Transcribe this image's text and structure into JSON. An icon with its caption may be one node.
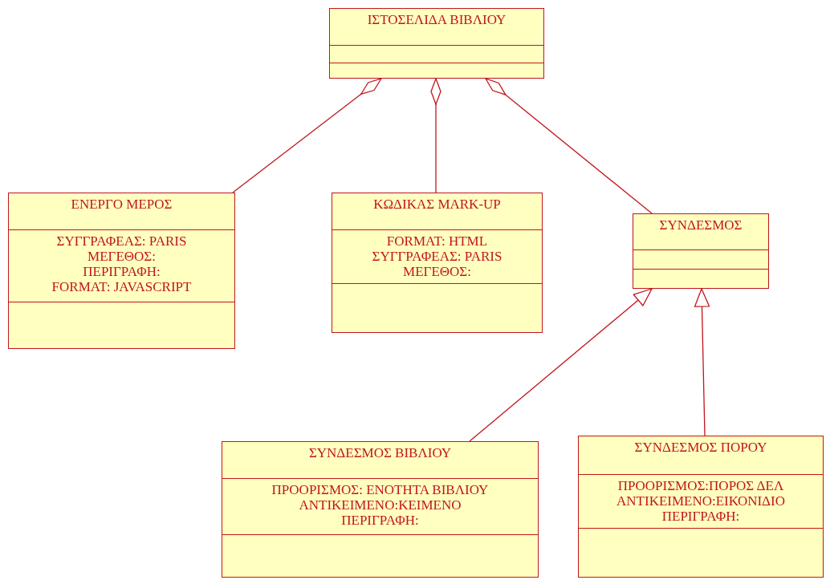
{
  "diagram": {
    "nodes": [
      {
        "text": [
          "ΙΣΤΟΣΕΛΙΔΑ ΒΙΒΛΙΟΥ"
        ]
      },
      {
        "text": [
          "ΕΝΕΡΓΟ ΜΕΡΟΣ",
          "ΣΥΓΓΡΑΦΕΑΣ: PARIS",
          "ΜΕΓΕΘΟΣ:",
          "ΠΕΡΙΓΡΑΦΗ:",
          "FORMAT: JAVASCRIPT"
        ]
      },
      {
        "text": [
          "ΚΩΔΙΚΑΣ MARK-UP",
          "FORMAT: HTML",
          "ΣΥΓΓΡΑΦΕΑΣ: PARIS",
          "ΜΕΓΕΘΟΣ:"
        ]
      },
      {
        "text": [
          "ΣΥΝΔΕΣΜΟΣ"
        ]
      },
      {
        "text": [
          "ΣΥΝΔΕΣΜΟΣ ΒΙΒΛΙΟΥ",
          "ΠΡΟΟΡΙΣΜΟΣ: ΕΝΟΤΗΤΑ ΒΙΒΛΙΟΥ",
          "ΑΝΤΙΚΕΙΜΕΝΟ:ΚΕΙΜΕΝΟ",
          "ΠΕΡΙΓΡΑΦΗ:"
        ]
      },
      {
        "text": [
          "ΣΥΝΔΕΣΜΟΣ ΠΟΡΟΥ",
          "ΠΡΟΟΡΙΣΜΟΣ:ΠΟΡΟΣ ΔΕΛ",
          "ΑΝΤΙΚΕΙΜΕΝΟ:ΕΙΚΟΝΙΔΙΟ",
          "ΠΕΡΙΓΡΑΦΗ:"
        ]
      }
    ],
    "edges": [
      {
        "from": 1,
        "to": 0,
        "arrow": "other"
      },
      {
        "from": 2,
        "to": 0,
        "arrow": "other"
      },
      {
        "from": 3,
        "to": 0,
        "arrow": "other"
      },
      {
        "from": 4,
        "to": 3,
        "arrow": "to"
      },
      {
        "from": 5,
        "to": 3,
        "arrow": "to"
      }
    ]
  }
}
